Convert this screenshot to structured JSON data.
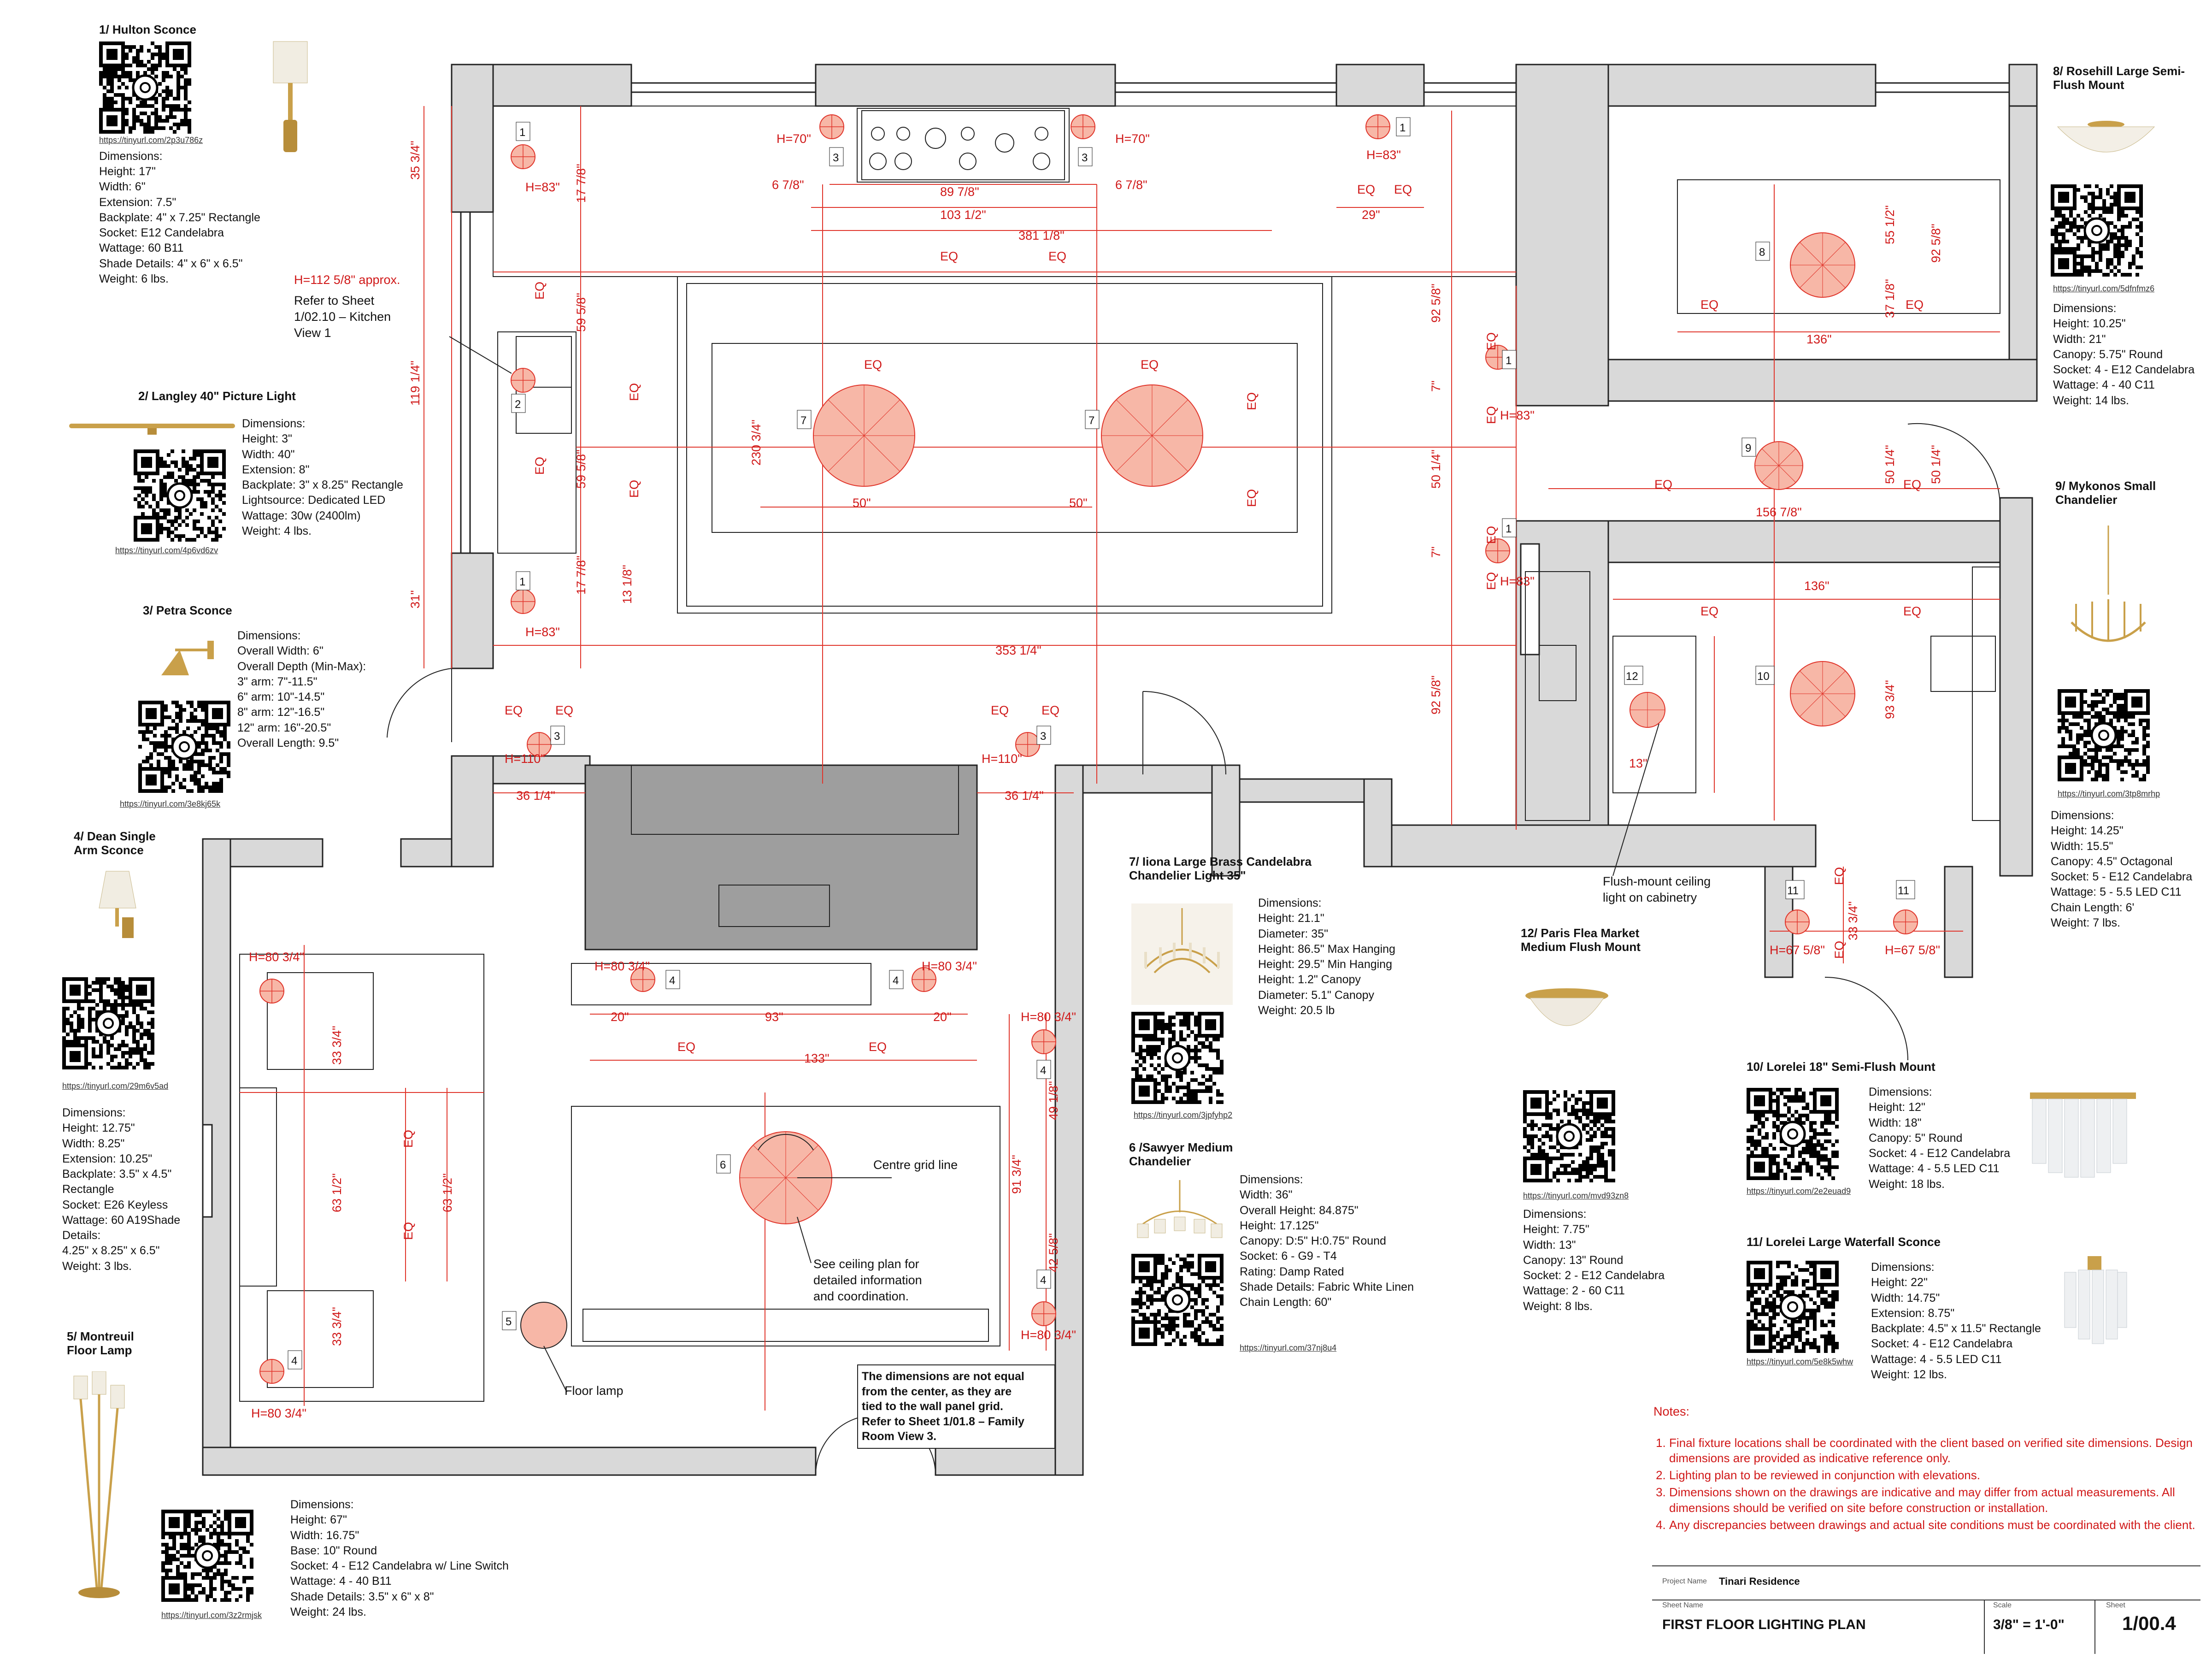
{
  "fixtures": [
    {
      "title": "1/ Hulton Sconce",
      "url": "https://tinyurl.com/2p3u786z",
      "dims": [
        "Dimensions:",
        "Height: 17\"",
        "Width: 6\"",
        "Extension: 7.5\"",
        "Backplate: 4\" x 7.25\" Rectangle",
        "Socket: E12 Candelabra",
        "Wattage: 60 B11",
        "Shade Details: 4\" x 6\" x 6.5\"",
        "Weight: 6 lbs."
      ]
    },
    {
      "title": "2/ Langley 40\" Picture Light",
      "url": "https://tinyurl.com/4p6vd6zv",
      "dims": [
        "Dimensions:",
        "Height: 3\"",
        "Width: 40\"",
        "Extension: 8\"",
        "Backplate: 3\" x 8.25\" Rectangle",
        "Lightsource: Dedicated LED",
        "Wattage: 30w (2400lm)",
        "Weight: 4 lbs."
      ]
    },
    {
      "title": "3/ Petra Sconce",
      "url": "https://tinyurl.com/3e8kj65k",
      "dims": [
        "Dimensions:",
        "Overall Width: 6\"",
        "Overall Depth (Min-Max):",
        " 3\" arm: 7\"-11.5\"",
        " 6\" arm: 10\"-14.5\"",
        " 8\" arm: 12\"-16.5\"",
        " 12\" arm: 16\"-20.5\"",
        "Overall Length: 9.5\""
      ]
    },
    {
      "title": "4/ Dean Single Arm Sconce",
      "url": "https://tinyurl.com/29m6v5ad",
      "dims": [
        "Dimensions:",
        "Height: 12.75\"",
        "Width: 8.25\"",
        "Extension: 10.25\"",
        "Backplate: 3.5\" x 4.5\"",
        "Rectangle",
        "Socket: E26 Keyless",
        "Wattage: 60 A19Shade",
        "Details:",
        "4.25\" x 8.25\" x 6.5\"",
        "Weight: 3 lbs."
      ]
    },
    {
      "title": "5/ Montreuil Floor Lamp",
      "url": "https://tinyurl.com/3z2rmjsk",
      "dims": [
        "Dimensions:",
        "Height: 67\"",
        "Width: 16.75\"",
        "Base: 10\" Round",
        "Socket: 4 - E12 Candelabra w/ Line Switch",
        "Wattage: 4 - 40 B11",
        "Shade Details: 3.5\" x 6\" x 8\"",
        "Weight: 24 lbs."
      ]
    },
    {
      "title": "6 /Sawyer Medium Chandelier",
      "url": "https://tinyurl.com/37nj8u4",
      "dims": [
        "Dimensions:",
        "Width: 36\"",
        "Overall Height: 84.875\"",
        "Height: 17.125\"",
        "Canopy: D:5\" H:0.75\" Round",
        "Socket: 6 - G9 - T4",
        "Rating: Damp Rated",
        "Shade Details: Fabric White Linen",
        "Chain Length: 60\""
      ]
    },
    {
      "title": "7/ Iiona Large Brass Candelabra Chandelier Light 35\"",
      "url": "https://tinyurl.com/3jpfyhp2",
      "dims": [
        "Dimensions:",
        "Height: 21.1\"",
        "Diameter: 35\"",
        "Height: 86.5\" Max Hanging",
        "Height: 29.5\" Min Hanging",
        "Height: 1.2\" Canopy",
        "Diameter: 5.1\" Canopy",
        "Weight: 20.5 lb"
      ]
    },
    {
      "title": "8/ Rosehill Large Semi-Flush Mount",
      "url": "https://tinyurl.com/5dfnfmz6",
      "dims": [
        "Dimensions:",
        "Height: 10.25\"",
        "Width: 21\"",
        "Canopy: 5.75\" Round",
        "Socket: 4 - E12 Candelabra",
        "Wattage: 4 - 40 C11",
        "Weight: 14 lbs."
      ]
    },
    {
      "title": "9/ Mykonos Small Chandelier",
      "url": "https://tinyurl.com/3tp8mrhp",
      "dims": [
        "Dimensions:",
        "Height: 14.25\"",
        "Width: 15.5\"",
        "Canopy: 4.5\" Octagonal",
        "Socket: 5 - E12 Candelabra",
        "Wattage: 5 - 5.5 LED C11",
        "Chain Length: 6'",
        "Weight: 7 lbs."
      ]
    },
    {
      "title": "10/ Lorelei 18\" Semi-Flush Mount",
      "url": "https://tinyurl.com/2e2euad9",
      "dims": [
        "Dimensions:",
        "Height: 12\"",
        "Width: 18\"",
        "Canopy: 5\" Round",
        "Socket: 4 - E12 Candelabra",
        "Wattage: 4 - 5.5 LED C11",
        "Weight: 18 lbs."
      ]
    },
    {
      "title": "11/ Lorelei Large Waterfall Sconce",
      "url": "https://tinyurl.com/5e8k5whw",
      "dims": [
        "Dimensions:",
        "Height: 22\"",
        "Width: 14.75\"",
        "Extension: 8.75\"",
        "Backplate: 4.5\" x 11.5\" Rectangle",
        "Socket: 4 - E12 Candelabra",
        "Wattage: 4 - 5.5 LED C11",
        "Weight: 12 lbs."
      ]
    },
    {
      "title": "12/ Paris Flea Market Medium Flush Mount",
      "url": "https://tinyurl.com/mvd93zn8",
      "dims": [
        "Dimensions:",
        "Height: 7.75\"",
        "Width: 13\"",
        "Canopy: 13\" Round",
        "Socket: 2 - E12 Candelabra",
        "Wattage: 2 - 60 C11",
        "Weight: 8 lbs."
      ]
    }
  ],
  "plan": {
    "dims": {
      "d353": "353 1/4\"",
      "d381": "381 1/8\"",
      "d103": "103 1/2\"",
      "d89": "89 7/8\"",
      "d678": "6 7/8\"",
      "d29": "29\"",
      "d136": "136\"",
      "d1568": "156 7/8\"",
      "d2303": "230 3/4\"",
      "d50": "50\"",
      "d1191": "119 1/4\"",
      "d3534": "35 3/4\"",
      "d1778": "17 7/8\"",
      "d5958": "59 5/8\"",
      "d31": "31\"",
      "d1318": "13 1/8\"",
      "d9258": "92 5/8\"",
      "d7": "7\"",
      "d5014": "50 1/4\"",
      "d5512": "55 1/2\"",
      "d3718": "37 1/8\"",
      "d9334": "93 3/4\"",
      "d13": "13\"",
      "d3614": "36 1/4\"",
      "d93": "93\"",
      "d20": "20\"",
      "d133": "133\"",
      "d6312": "63 1/2\"",
      "d3334": "33 3/4\"",
      "d9134": "91 3/4\"",
      "d4918": "49 1/8\"",
      "d4258": "42 5/8\"",
      "eq": "EQ"
    },
    "heights": {
      "h70": "H=70\"",
      "h83": "H=83\"",
      "h110": "H=110\"",
      "h8034": "H=80 3/4\"",
      "h6758": "H=67 5/8\""
    },
    "tags": [
      "1",
      "2",
      "3",
      "4",
      "5",
      "6",
      "7",
      "8",
      "9",
      "10",
      "11",
      "12"
    ],
    "callouts": {
      "h112": "H=112 5/8\" approx.",
      "refer_kitchen": "Refer to Sheet\n1/02.10 – Kitchen\nView 1",
      "flush_mount": "Flush-mount ceiling\nlight on cabinetry",
      "centre_grid": "Centre grid line",
      "see_ceiling": "See ceiling plan for\ndetailed information\nand coordination.",
      "floor_lamp": "Floor lamp",
      "not_equal": "The dimensions are not equal\nfrom the center, as they are\ntied to the wall panel grid.\nRefer to Sheet 1/01.8 – Family\nRoom View 3."
    }
  },
  "notes": {
    "title": "Notes:",
    "items": [
      "Final fixture locations shall be coordinated with the client based on verified site dimensions. Design dimensions are provided as indicative reference only.",
      "Lighting plan to be reviewed in conjunction with elevations.",
      "Dimensions shown on the drawings are indicative and may differ from actual measurements. All dimensions should be verified on site before construction or installation.",
      "Any discrepancies between drawings and actual site conditions must be coordinated with the client."
    ]
  },
  "titleblock": {
    "project_label": "Project Name",
    "project": "Tinari Residence",
    "sheet_label": "Sheet Name",
    "sheet_name": "FIRST FLOOR LIGHTING PLAN",
    "scale_label": "Scale",
    "scale": "3/8\" = 1'-0\"",
    "sheetno_label": "Sheet",
    "sheet_no": "1/00.4"
  },
  "colors": {
    "dim": "#e0352b",
    "wall": "#d9d9d9",
    "fixture_fill": "#f7b7a7",
    "fixture_stroke": "#e0352b",
    "ink": "#111111"
  }
}
